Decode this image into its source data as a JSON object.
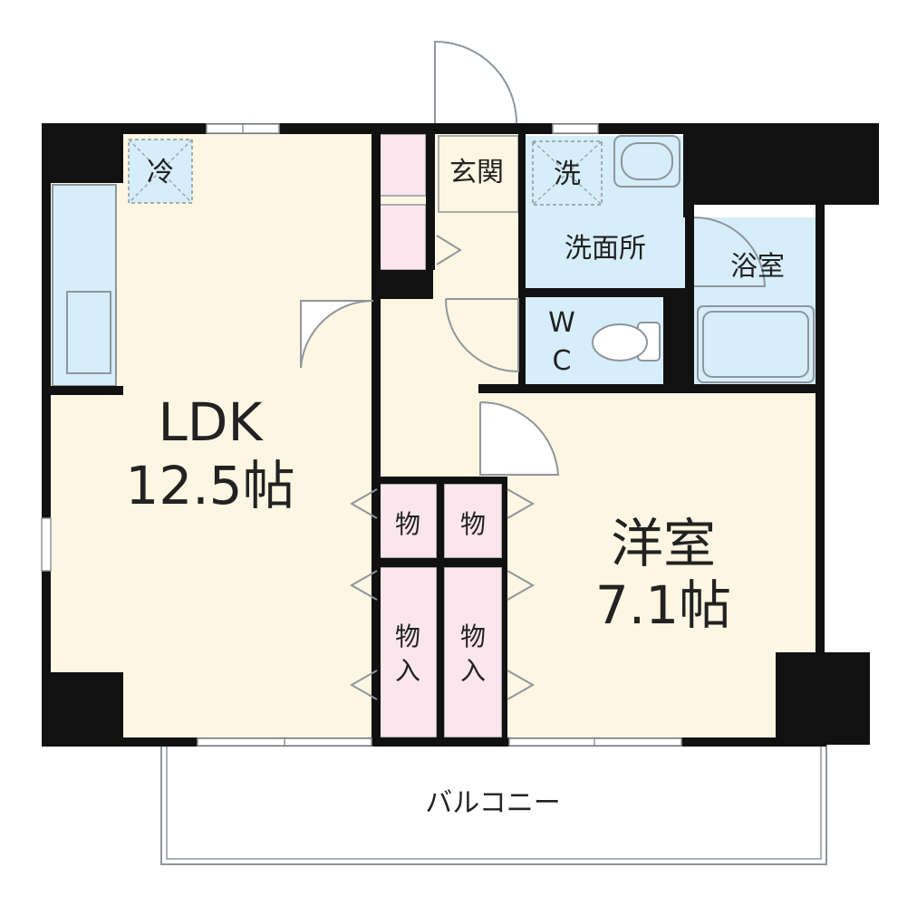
{
  "rooms": {
    "ldk": {
      "name": "LDK",
      "size": "12.5帖"
    },
    "western": {
      "name": "洋室",
      "size": "7.1帖"
    },
    "entrance": "玄関",
    "washroom": "洗面所",
    "bath": "浴室",
    "toilet_w": "W",
    "toilet_c": "C",
    "fridge": "冷",
    "washer": "洗",
    "storage_top_left": "物",
    "storage_top_right": "物",
    "closet_left_1": "物",
    "closet_left_2": "入",
    "closet_right_1": "物",
    "closet_right_2": "入",
    "balcony": "バルコニー"
  },
  "colors": {
    "floor": "#fdf6e2",
    "wet_area": "#d6eefa",
    "storage": "#fbe6ee",
    "wall": "#111111",
    "outline": "#9aa4ad",
    "balcony": "#ffffff"
  }
}
